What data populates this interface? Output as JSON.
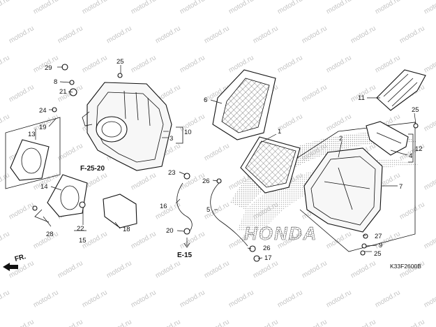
{
  "diagram": {
    "watermark": "motod.ru",
    "brand_text": "HONDA",
    "code": "K33F2600B",
    "refs": {
      "f2520": "F-25-20",
      "e15": "E-15",
      "fr": "FR."
    },
    "parts": [
      {
        "id": "p1",
        "label": "1"
      },
      {
        "id": "p2",
        "label": "2"
      },
      {
        "id": "p3",
        "label": "3"
      },
      {
        "id": "p4",
        "label": "4"
      },
      {
        "id": "p5",
        "label": "5"
      },
      {
        "id": "p6",
        "label": "6"
      },
      {
        "id": "p7",
        "label": "7"
      },
      {
        "id": "p8",
        "label": "8"
      },
      {
        "id": "p9",
        "label": "9"
      },
      {
        "id": "p10",
        "label": "10"
      },
      {
        "id": "p11",
        "label": "11"
      },
      {
        "id": "p12",
        "label": "12"
      },
      {
        "id": "p13",
        "label": "13"
      },
      {
        "id": "p14",
        "label": "14"
      },
      {
        "id": "p15",
        "label": "15"
      },
      {
        "id": "p16",
        "label": "16"
      },
      {
        "id": "p17",
        "label": "17"
      },
      {
        "id": "p18",
        "label": "18"
      },
      {
        "id": "p19",
        "label": "19"
      },
      {
        "id": "p20",
        "label": "20"
      },
      {
        "id": "p21",
        "label": "21"
      },
      {
        "id": "p22",
        "label": "22"
      },
      {
        "id": "p23",
        "label": "23"
      },
      {
        "id": "p24",
        "label": "24"
      },
      {
        "id": "p25a",
        "label": "25"
      },
      {
        "id": "p25b",
        "label": "25"
      },
      {
        "id": "p25c",
        "label": "25"
      },
      {
        "id": "p26a",
        "label": "26"
      },
      {
        "id": "p26b",
        "label": "26"
      },
      {
        "id": "p27",
        "label": "27"
      },
      {
        "id": "p28",
        "label": "28"
      },
      {
        "id": "p29",
        "label": "29"
      }
    ]
  }
}
